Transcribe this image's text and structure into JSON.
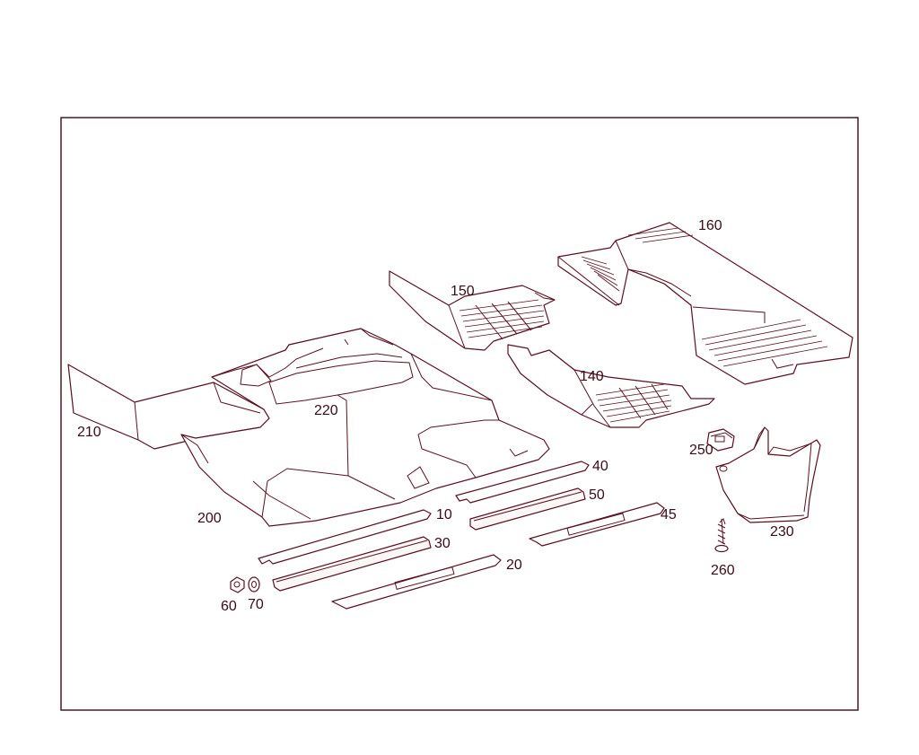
{
  "colors": {
    "line": "#5a1020",
    "frame": "#3a0a16",
    "background": "#ffffff"
  },
  "parts": [
    {
      "id": "part-10",
      "label": "10"
    },
    {
      "id": "part-20",
      "label": "20"
    },
    {
      "id": "part-30",
      "label": "30"
    },
    {
      "id": "part-40",
      "label": "40"
    },
    {
      "id": "part-45",
      "label": "45"
    },
    {
      "id": "part-50",
      "label": "50"
    },
    {
      "id": "part-60",
      "label": "60"
    },
    {
      "id": "part-70",
      "label": "70"
    },
    {
      "id": "part-140",
      "label": "140"
    },
    {
      "id": "part-150",
      "label": "150"
    },
    {
      "id": "part-160",
      "label": "160"
    },
    {
      "id": "part-200",
      "label": "200"
    },
    {
      "id": "part-210",
      "label": "210"
    },
    {
      "id": "part-220",
      "label": "220"
    },
    {
      "id": "part-230",
      "label": "230"
    },
    {
      "id": "part-250",
      "label": "250"
    },
    {
      "id": "part-260",
      "label": "260"
    }
  ]
}
